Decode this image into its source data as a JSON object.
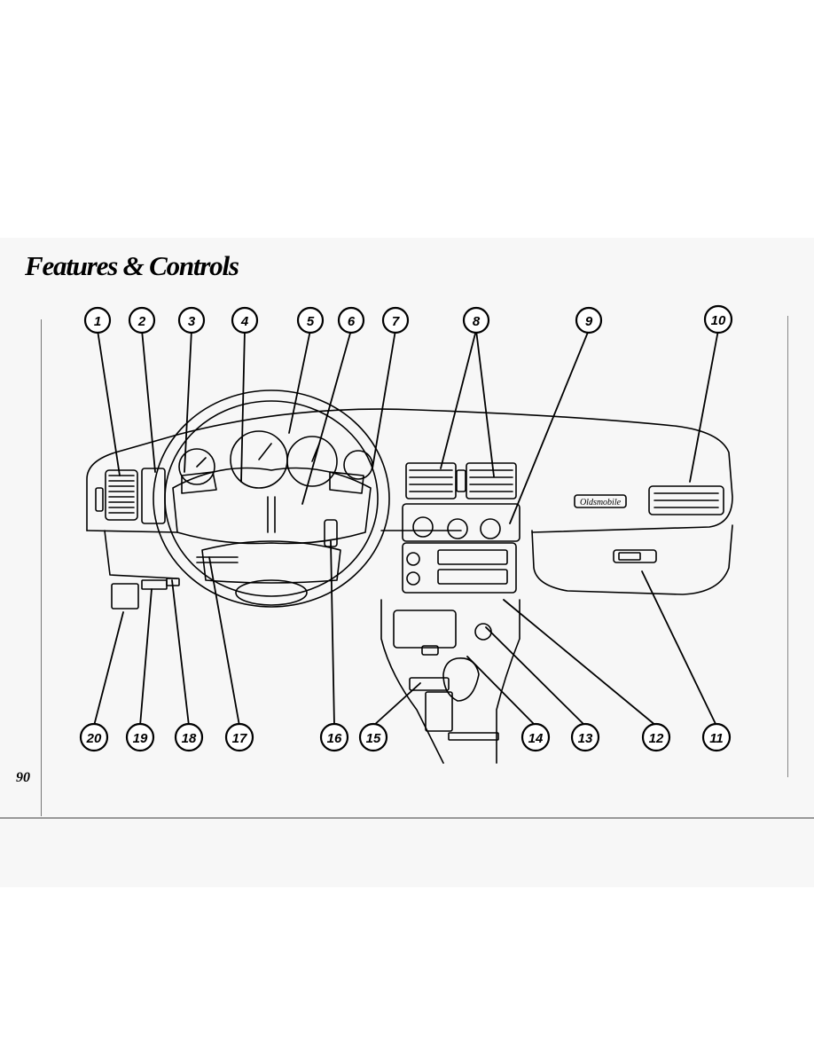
{
  "page": {
    "title": "Features & Controls",
    "page_number": "90"
  },
  "diagram": {
    "brand_badge": "Oldsmobile",
    "callouts": [
      "1",
      "2",
      "3",
      "4",
      "5",
      "6",
      "7",
      "8",
      "9",
      "10",
      "11",
      "12",
      "13",
      "14",
      "15",
      "16",
      "17",
      "18",
      "19",
      "20"
    ]
  },
  "colors": {
    "ink": "#000000",
    "paper": "#f7f7f7"
  }
}
